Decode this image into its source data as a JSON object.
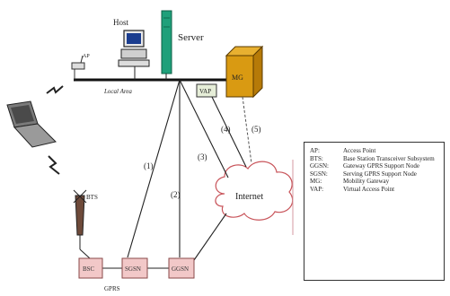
{
  "nodes": {
    "ap": "AP",
    "host": "Host",
    "server": "Server",
    "local_area": "Local Area",
    "mg": "MG",
    "vap": "VAP",
    "internet": "Internet",
    "bts": "BTS",
    "bsc": "BSC",
    "sgsn": "SGSN",
    "ggsn": "GGSN",
    "gprs": "GPRS"
  },
  "paths": [
    "(1)",
    "(2)",
    "(3)",
    "(4)",
    "(5)"
  ],
  "legend": [
    {
      "abbr": "AP:",
      "desc": "Access Point"
    },
    {
      "abbr": "BTS:",
      "desc": "Base Station Transceiver Subsystem"
    },
    {
      "abbr": "GGSN:",
      "desc": "Gateway GPRS Support Node"
    },
    {
      "abbr": "SGSN:",
      "desc": "Serving GPRS Support Node"
    },
    {
      "abbr": "MG:",
      "desc": "Mobility Gateway"
    },
    {
      "abbr": "VAP:",
      "desc": "Virtual Access Point"
    }
  ],
  "colors": {
    "line": "#222222",
    "bus": "#111111",
    "gprs_box": "#f2c8c8",
    "mg_box": "#d99a12",
    "vap_box": "#e6eed8",
    "server": "#1fa07a",
    "internet_cloud": "#c8545a"
  }
}
